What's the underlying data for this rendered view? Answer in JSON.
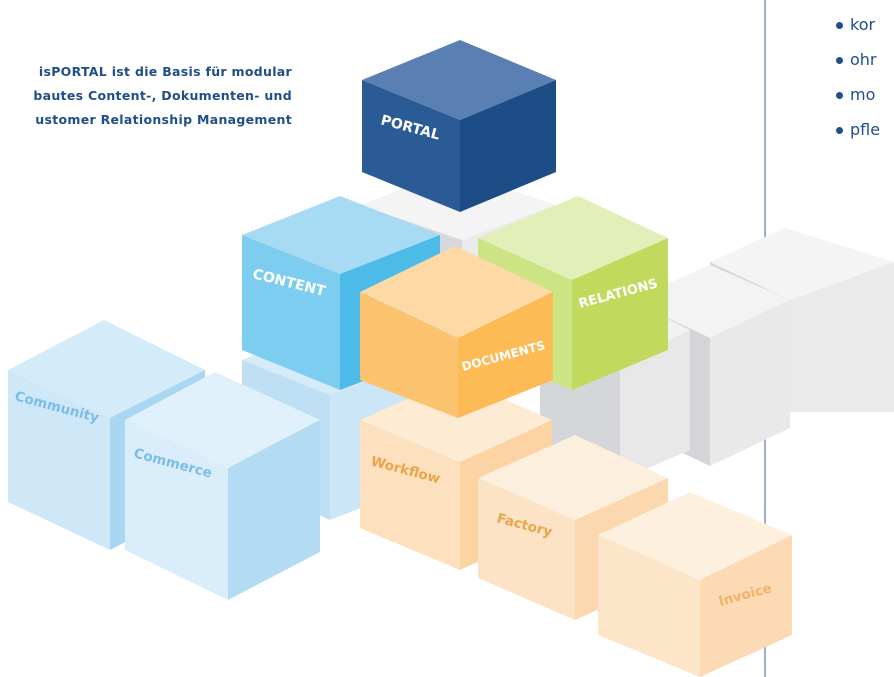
{
  "intro": {
    "lines": [
      "isPORTAL ist die Basis für modular",
      "bautes Content-, Dokumenten- und",
      "ustomer Relationship Management"
    ]
  },
  "bullets": [
    "kor",
    "ohr",
    "mo",
    "pfle"
  ],
  "modules": {
    "portal": "PORTAL",
    "content": "CONTENT",
    "relations": "RELATIONS",
    "documents": "DOCUMENTS",
    "community": "Community",
    "commerce": "Commerce",
    "workflow": "Workflow",
    "factory": "Factory",
    "invoice": "Invoice"
  },
  "colors": {
    "portal": "#2a5b94",
    "content": "#7ccdef",
    "relations": "#c9df7c",
    "documents": "#fcc16a",
    "light_blue": "#cfe8f7",
    "light_orange": "#fde2c1",
    "grey": "#ececec",
    "text_blue": "#1f4f8a"
  }
}
